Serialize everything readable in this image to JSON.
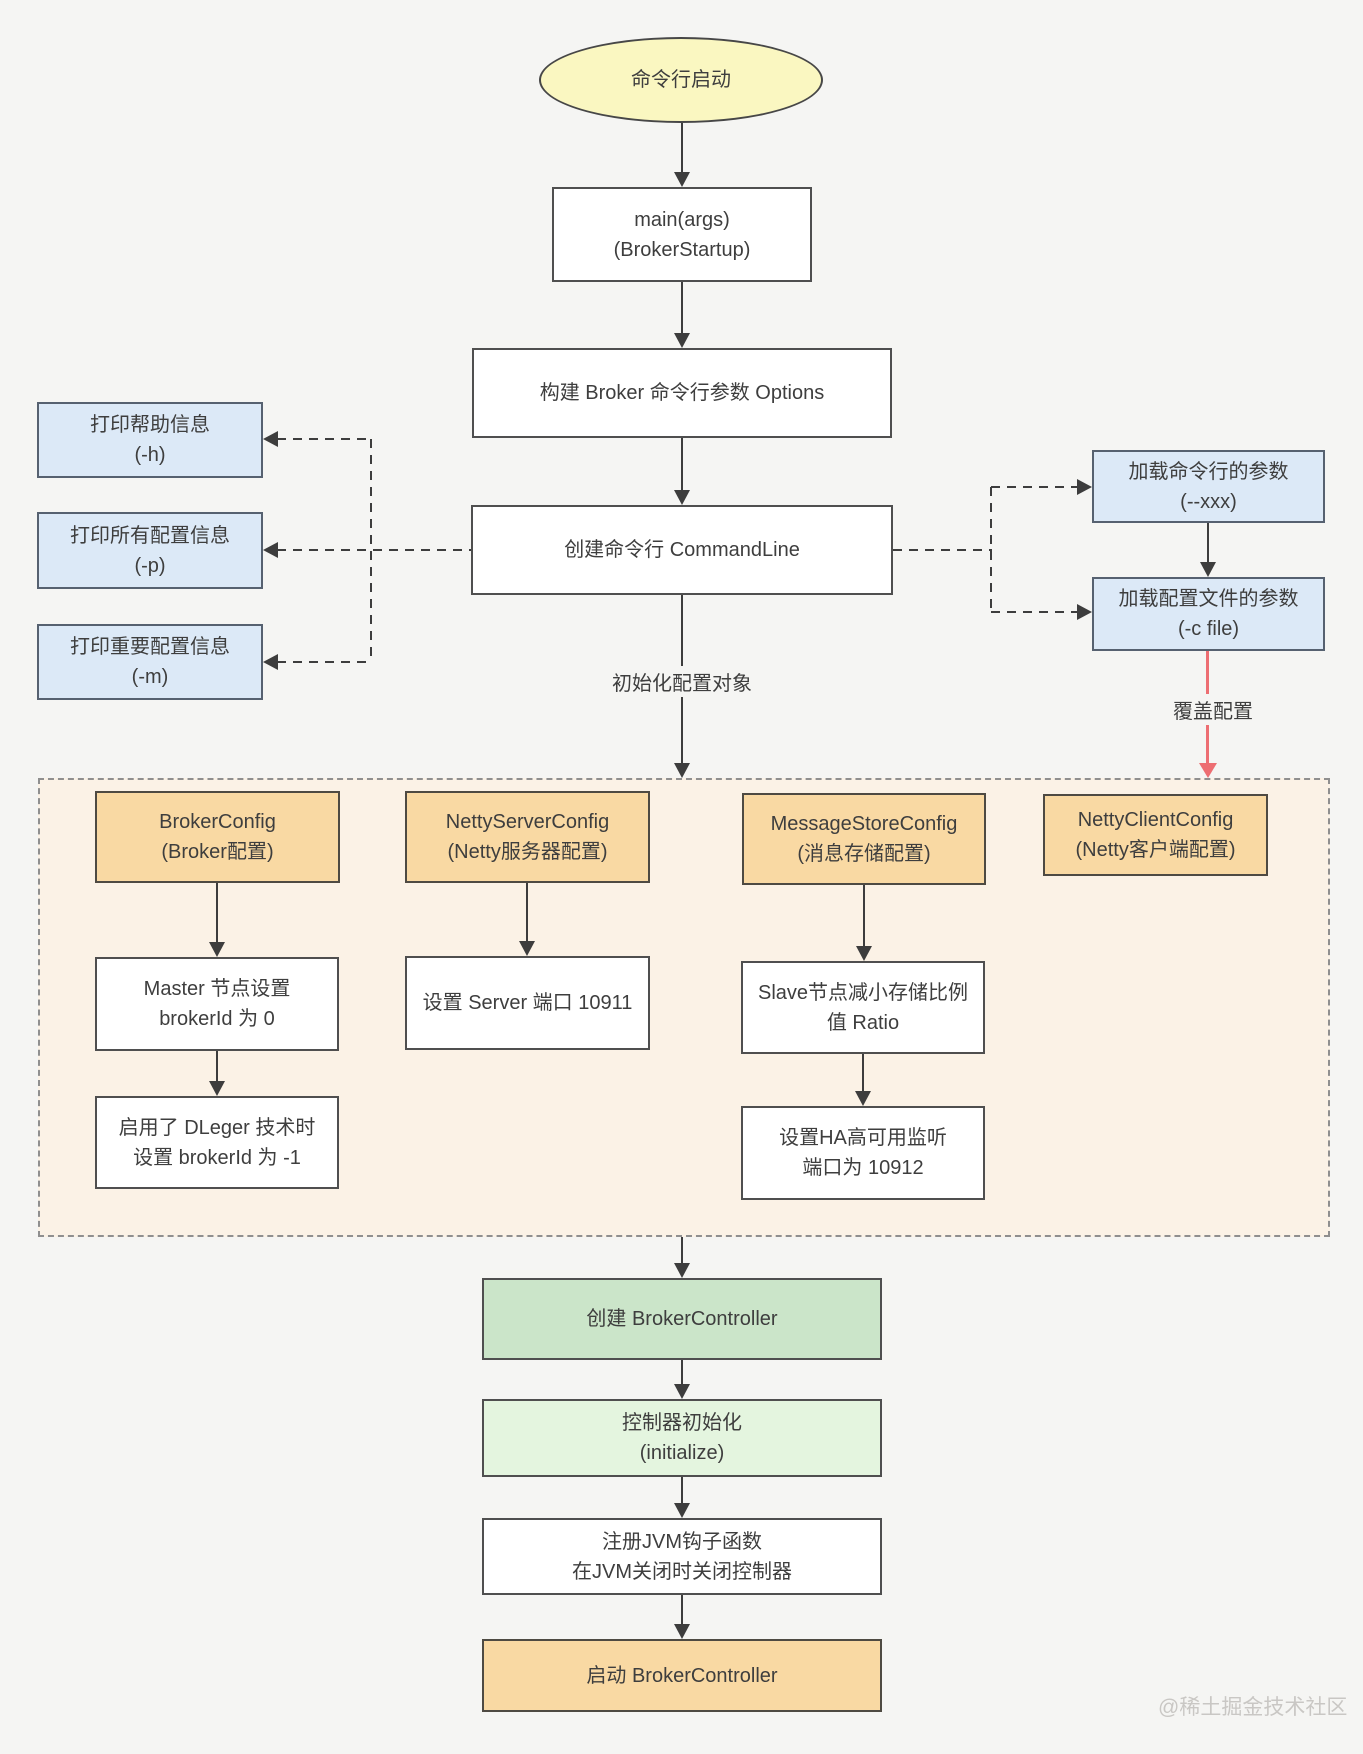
{
  "colors": {
    "bg": "#F5F5F3",
    "yellow": "#FAF7C1",
    "blue": "#DCE9F7",
    "orange": "#F9D9A3",
    "green": "#CBE5C9",
    "lightgreen": "#E4F5DF",
    "cream": "#FBF2E6",
    "red": "#ED6E72",
    "line": "#3d3d3d",
    "text": "#3E3E3E",
    "watermark": "#C9C7C4"
  },
  "nodes": {
    "start": {
      "label": "命令行启动"
    },
    "main": {
      "label": "main(args)\n(BrokerStartup)"
    },
    "build_options": {
      "label": "构建 Broker 命令行参数 Options"
    },
    "commandline": {
      "label": "创建命令行 CommandLine"
    },
    "print_help": {
      "label": "打印帮助信息\n(-h)"
    },
    "print_all_config": {
      "label": "打印所有配置信息\n(-p)"
    },
    "print_important_config": {
      "label": "打印重要配置信息\n(-m)"
    },
    "load_cmd_args": {
      "label": "加载命令行的参数\n(--xxx)"
    },
    "load_config_file": {
      "label": "加载配置文件的参数\n(-c file)"
    },
    "broker_config": {
      "label": "BrokerConfig\n(Broker配置)"
    },
    "netty_server_config": {
      "label": "NettyServerConfig\n(Netty服务器配置)"
    },
    "message_store_config": {
      "label": "MessageStoreConfig\n(消息存储配置)"
    },
    "netty_client_config": {
      "label": "NettyClientConfig\n(Netty客户端配置)"
    },
    "master_broker_id": {
      "label": "Master 节点设置\nbrokerId 为 0"
    },
    "server_port": {
      "label": "设置 Server 端口 10911"
    },
    "slave_ratio": {
      "label": "Slave节点减小存储比例\n值 Ratio"
    },
    "dleger_broker_id": {
      "label": "启用了 DLeger 技术时\n设置 brokerId 为 -1"
    },
    "ha_port": {
      "label": "设置HA高可用监听\n端口为 10912"
    },
    "create_controller": {
      "label": "创建 BrokerController"
    },
    "initialize_controller": {
      "label": "控制器初始化\n(initialize)"
    },
    "register_jvm_hook": {
      "label": "注册JVM钩子函数\n在JVM关闭时关闭控制器"
    },
    "start_controller": {
      "label": "启动 BrokerController"
    }
  },
  "labels": {
    "init_config_object": "初始化配置对象",
    "override_config": "覆盖配置",
    "watermark": "@稀土掘金技术社区"
  }
}
